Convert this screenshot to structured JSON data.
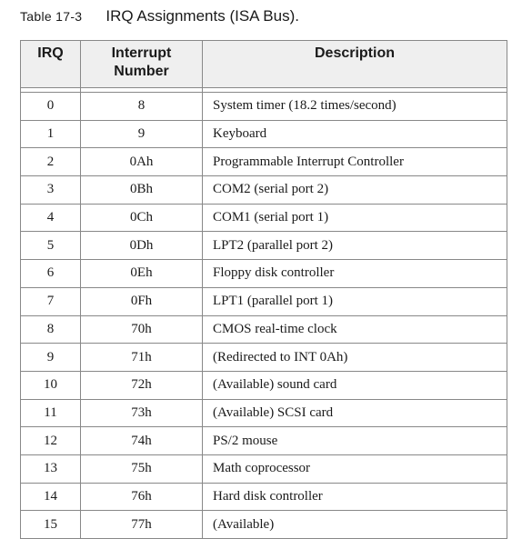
{
  "caption": {
    "label": "Table 17-3",
    "title": "IRQ Assignments (ISA Bus)."
  },
  "table": {
    "headers": {
      "irq": "IRQ",
      "interrupt_number": "Interrupt Number",
      "description": "Description"
    },
    "rows": [
      {
        "irq": "0",
        "number": "8",
        "description": "System timer (18.2 times/second)"
      },
      {
        "irq": "1",
        "number": "9",
        "description": "Keyboard"
      },
      {
        "irq": "2",
        "number": "0Ah",
        "description": "Programmable Interrupt Controller"
      },
      {
        "irq": "3",
        "number": "0Bh",
        "description": "COM2 (serial port 2)"
      },
      {
        "irq": "4",
        "number": "0Ch",
        "description": "COM1 (serial port 1)"
      },
      {
        "irq": "5",
        "number": "0Dh",
        "description": "LPT2 (parallel port 2)"
      },
      {
        "irq": "6",
        "number": "0Eh",
        "description": "Floppy disk controller"
      },
      {
        "irq": "7",
        "number": "0Fh",
        "description": "LPT1 (parallel port 1)"
      },
      {
        "irq": "8",
        "number": "70h",
        "description": "CMOS real-time clock"
      },
      {
        "irq": "9",
        "number": "71h",
        "description": "(Redirected to INT 0Ah)"
      },
      {
        "irq": "10",
        "number": "72h",
        "description": "(Available) sound card"
      },
      {
        "irq": "11",
        "number": "73h",
        "description": "(Available) SCSI card"
      },
      {
        "irq": "12",
        "number": "74h",
        "description": "PS/2 mouse"
      },
      {
        "irq": "13",
        "number": "75h",
        "description": "Math coprocessor"
      },
      {
        "irq": "14",
        "number": "76h",
        "description": "Hard disk controller"
      },
      {
        "irq": "15",
        "number": "77h",
        "description": "(Available)"
      }
    ]
  }
}
